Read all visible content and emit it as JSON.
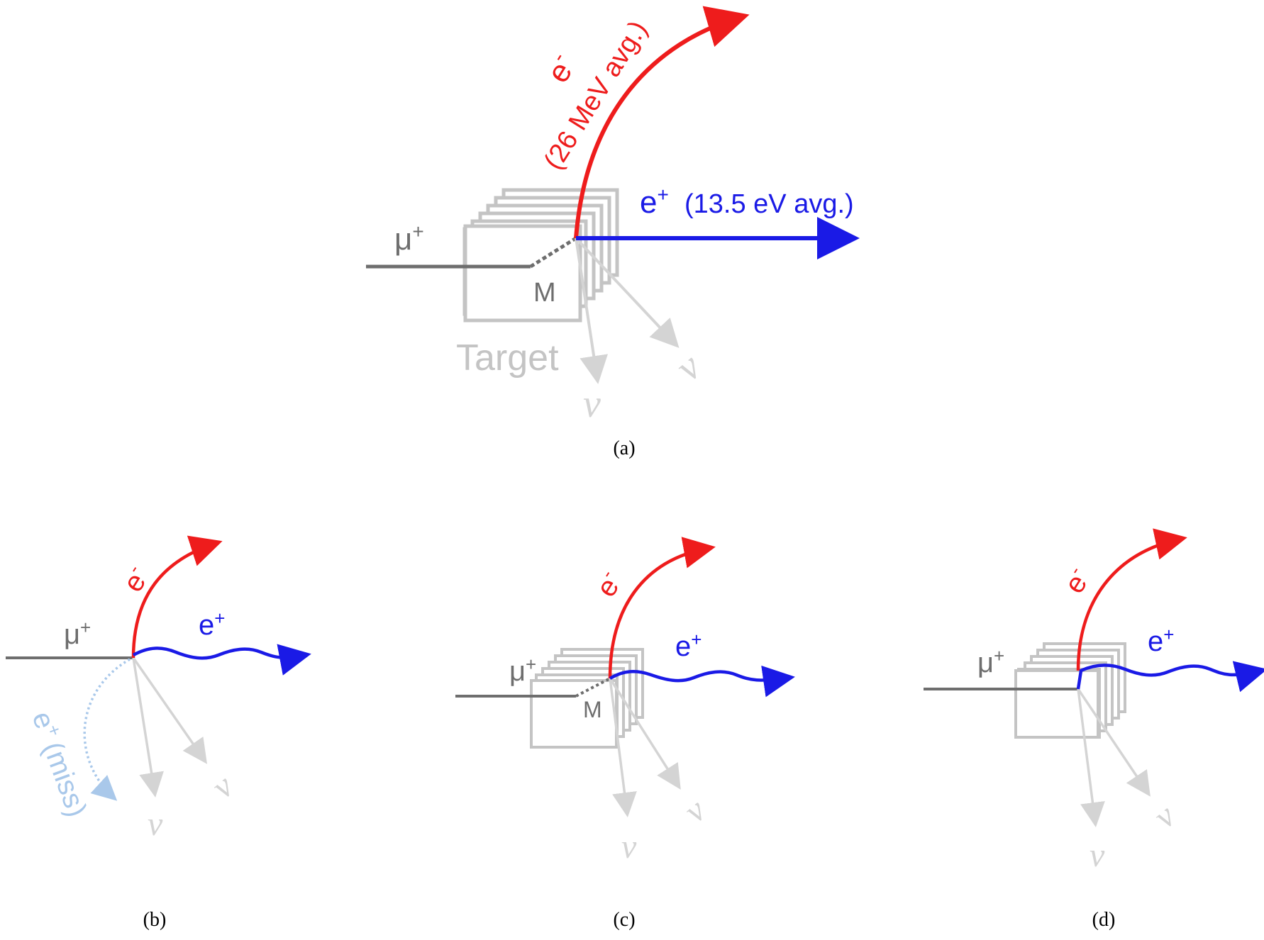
{
  "colors": {
    "electron": "#ee1c1c",
    "positron": "#1a1ae6",
    "muon": "#6e6e6e",
    "target": "#c4c4c4",
    "neutrino": "#d4d4d4",
    "positron_miss": "#a9c8ea"
  },
  "panel_a": {
    "caption": "(a)",
    "muon_label": "μ",
    "muon_sup": "+",
    "muonium_label": "M",
    "target_label": "Target",
    "electron_label": "e",
    "electron_sup": "-",
    "electron_energy": "(26 MeV avg.)",
    "positron_label": "e",
    "positron_sup": "+",
    "positron_energy": "(13.5 eV avg.)",
    "neutrino_1": "ν",
    "neutrino_2": "ν"
  },
  "panel_b": {
    "caption": "(b)",
    "muon_label": "μ",
    "muon_sup": "+",
    "electron_label": "e",
    "electron_sup": "-",
    "positron_label": "e",
    "positron_sup": "+",
    "positron_miss_label": "e",
    "positron_miss_sup": "+",
    "positron_miss_text": "(miss)",
    "neutrino_1": "ν",
    "neutrino_2": "ν"
  },
  "panel_c": {
    "caption": "(c)",
    "muon_label": "μ",
    "muon_sup": "+",
    "muonium_label": "M",
    "electron_label": "e",
    "electron_sup": "-",
    "positron_label": "e",
    "positron_sup": "+",
    "neutrino_1": "ν",
    "neutrino_2": "ν"
  },
  "panel_d": {
    "caption": "(d)",
    "muon_label": "μ",
    "muon_sup": "+",
    "electron_label": "e",
    "electron_sup": "-",
    "positron_label": "e",
    "positron_sup": "+",
    "neutrino_1": "ν",
    "neutrino_2": "ν"
  }
}
